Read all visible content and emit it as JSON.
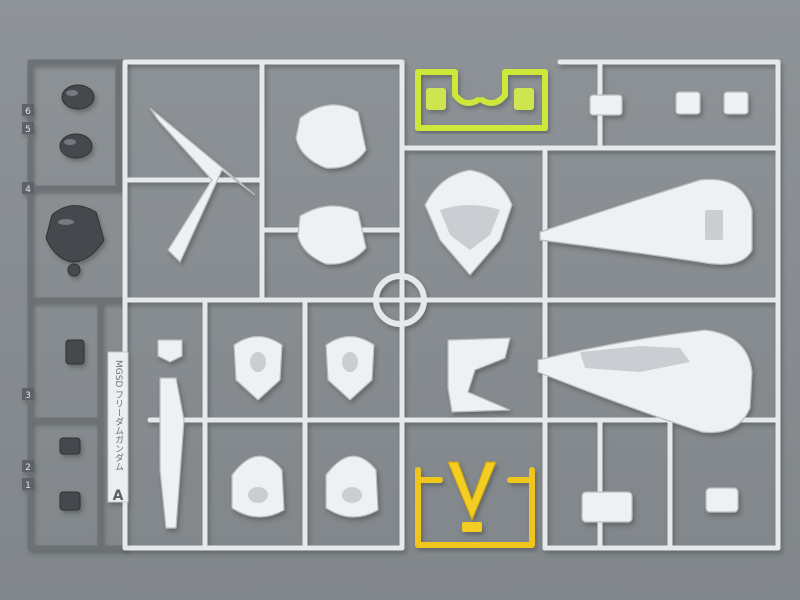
{
  "kit": {
    "runner_letter": "A",
    "tag_text": "MGSD フリーダムガンダム",
    "gate_numbers": [
      "1",
      "2",
      "3",
      "4",
      "5",
      "6"
    ]
  },
  "colors": {
    "background": "#8a8f93",
    "runner_white": "#e9ebec",
    "runner_shadow": "#c9cdd0",
    "gunmetal": "#4a4e53",
    "gunmetal_frame": "#6e7378",
    "clear_green": "#cfe83a",
    "yellow": "#f2c81e"
  },
  "parts": [
    "gunmetal-runner",
    "white-runner-a",
    "clear-green-runner",
    "yellow-runner"
  ]
}
